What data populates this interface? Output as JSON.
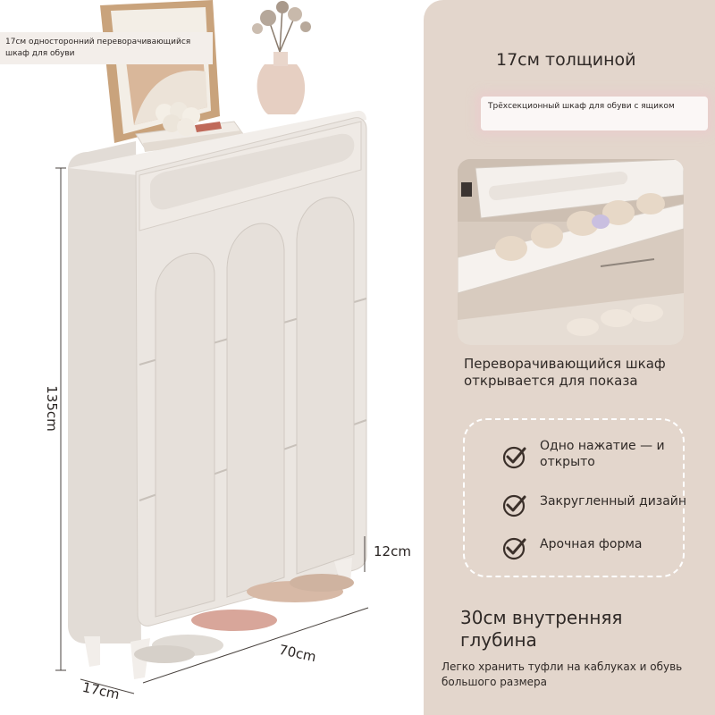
{
  "captions": {
    "top_left": "17см односторонний переворачивающийся шкаф для обуви",
    "thickness": "17см толщиной",
    "three_section": "Трёхсекционный шкаф для обуви с ящиком",
    "flip_display": "Переворачивающийся шкаф открывается для показа",
    "depth_title": "30см внутренняя глубина",
    "depth_sub": "Легко хранить туфли на каблуках и обувь большого размера"
  },
  "features": [
    {
      "label": "Одно нажатие — и открыто",
      "icon": "check-circle-icon"
    },
    {
      "label": "Закругленный дизайн",
      "icon": "check-circle-icon"
    },
    {
      "label": "Арочная форма",
      "icon": "check-circle-icon"
    }
  ],
  "dimensions": {
    "height": "135cm",
    "legs": "12cm",
    "width": "70cm",
    "depth": "17cm"
  },
  "colors": {
    "panel": "#e3d6cc",
    "cabinet": "#ebe6e1",
    "check": "#3b302a"
  }
}
